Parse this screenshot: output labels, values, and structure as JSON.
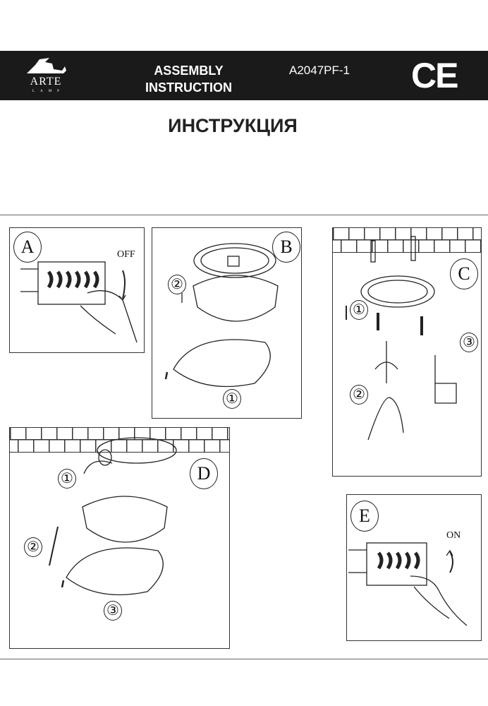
{
  "header": {
    "brand": "ARTE",
    "brand_sub": "LAMP",
    "title_line1": "ASSEMBLY",
    "title_line2": "INSTRUCTION",
    "model": "A2047PF-1",
    "certification": "CE"
  },
  "title_ru": "ИНСТРУКЦИЯ",
  "steps": {
    "A": {
      "label": "A",
      "switch_state": "OFF"
    },
    "B": {
      "label": "B",
      "sub": [
        "②",
        "①"
      ]
    },
    "C": {
      "label": "C",
      "sub": [
        "①",
        "②",
        "③"
      ]
    },
    "D": {
      "label": "D",
      "sub": [
        "①",
        "②",
        "③"
      ]
    },
    "E": {
      "label": "E",
      "switch_state": "ON"
    }
  }
}
